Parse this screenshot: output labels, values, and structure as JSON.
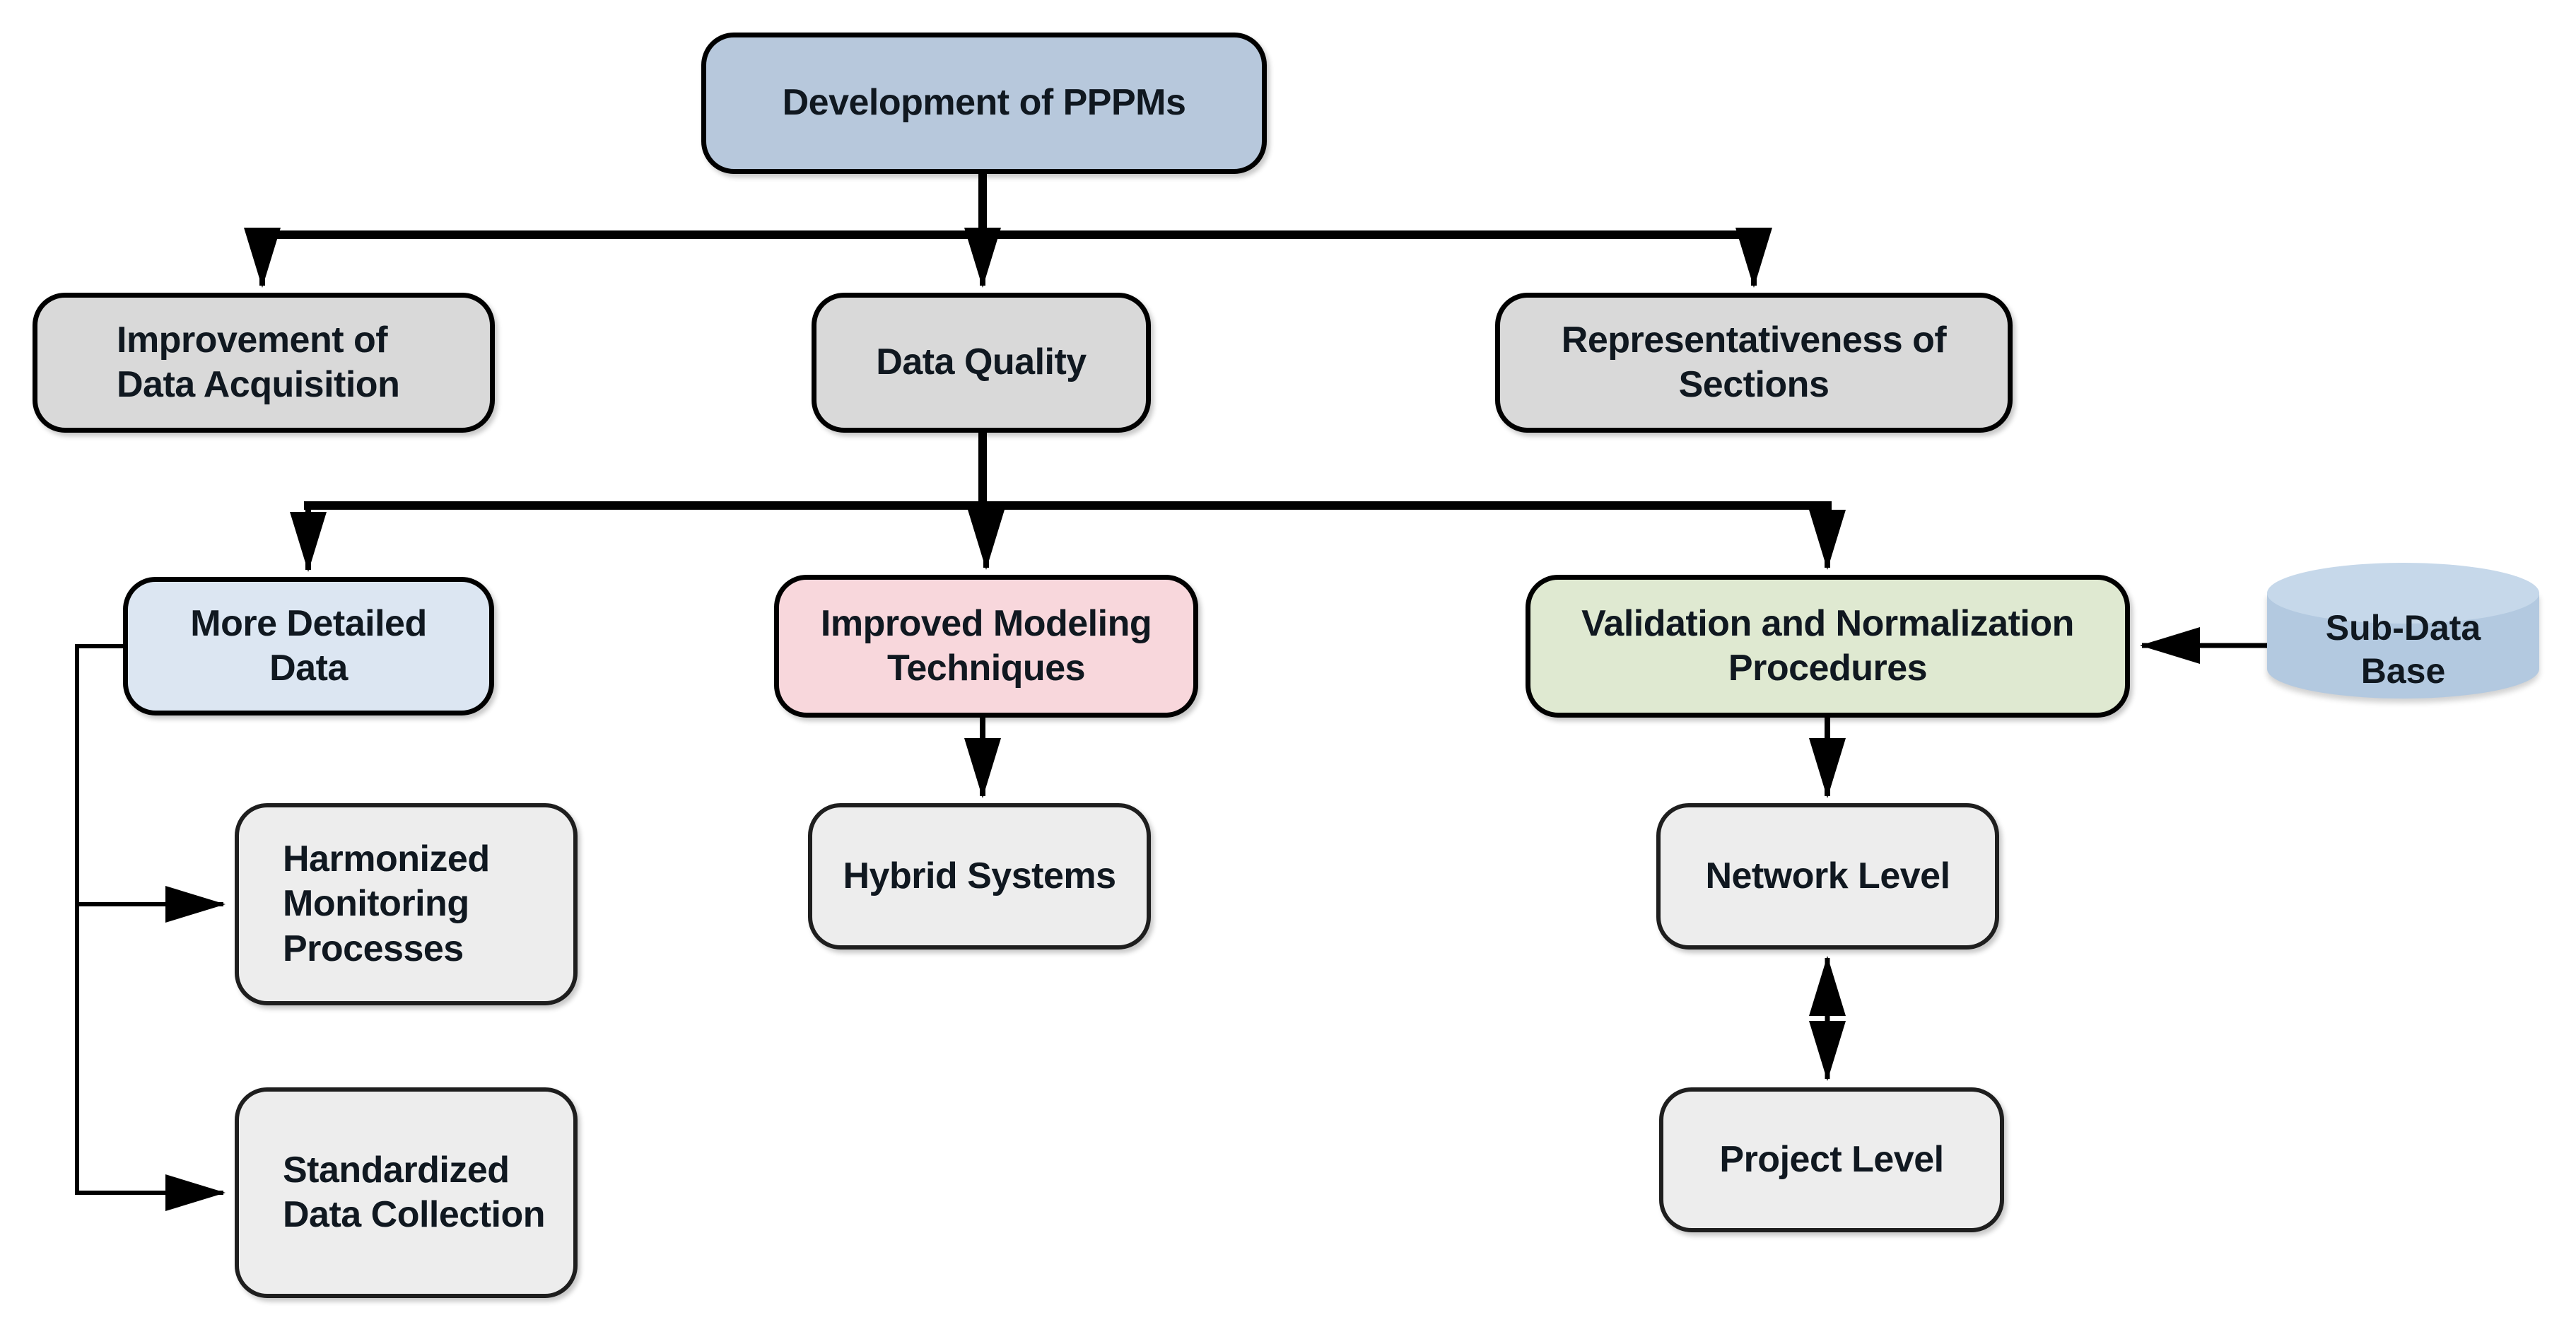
{
  "diagram": {
    "title": "Development of PPPMs",
    "palette": {
      "connector": "#000000",
      "text": "#101820",
      "background": "#ffffff"
    },
    "nodes": {
      "development": {
        "label": "Development of PPPMs",
        "fill": "#b7c8dc"
      },
      "improvement": {
        "label": "Improvement of\nData Acquisition",
        "fill": "#d9d9d9"
      },
      "data_quality": {
        "label": "Data Quality",
        "fill": "#d9d9d9"
      },
      "representativeness": {
        "label": "Representativeness of\nSections",
        "fill": "#d9d9d9"
      },
      "more_detailed": {
        "label": "More Detailed\nData",
        "fill": "#dce6f2"
      },
      "improved_modeling": {
        "label": "Improved Modeling\nTechniques",
        "fill": "#f8d7dc"
      },
      "validation": {
        "label": "Validation and Normalization\nProcedures",
        "fill": "#dfe9d1"
      },
      "sub_data_base": {
        "label": "Sub-Data\nBase",
        "fill_body": "#b3c9e0",
        "fill_top": "#c6d8ea"
      },
      "harmonized": {
        "label": "Harmonized\nMonitoring\nProcesses",
        "fill": "#ededed"
      },
      "standardized": {
        "label": "Standardized\nData Collection",
        "fill": "#ededed"
      },
      "hybrid": {
        "label": "Hybrid Systems",
        "fill": "#ededed"
      },
      "network": {
        "label": "Network Level",
        "fill": "#ededed"
      },
      "project": {
        "label": "Project Level",
        "fill": "#ededed"
      }
    },
    "edges": [
      {
        "from": "development",
        "to": "improvement",
        "type": "arrow"
      },
      {
        "from": "development",
        "to": "data_quality",
        "type": "arrow"
      },
      {
        "from": "development",
        "to": "representativeness",
        "type": "arrow"
      },
      {
        "from": "data_quality",
        "to": "more_detailed",
        "type": "arrow"
      },
      {
        "from": "data_quality",
        "to": "improved_modeling",
        "type": "arrow"
      },
      {
        "from": "data_quality",
        "to": "validation",
        "type": "arrow"
      },
      {
        "from": "more_detailed",
        "to": "harmonized",
        "type": "arrow"
      },
      {
        "from": "more_detailed",
        "to": "standardized",
        "type": "arrow"
      },
      {
        "from": "improved_modeling",
        "to": "hybrid",
        "type": "arrow"
      },
      {
        "from": "validation",
        "to": "network",
        "type": "arrow"
      },
      {
        "from": "network",
        "to": "project",
        "type": "double-arrow"
      },
      {
        "from": "sub_data_base",
        "to": "validation",
        "type": "arrow"
      }
    ]
  }
}
